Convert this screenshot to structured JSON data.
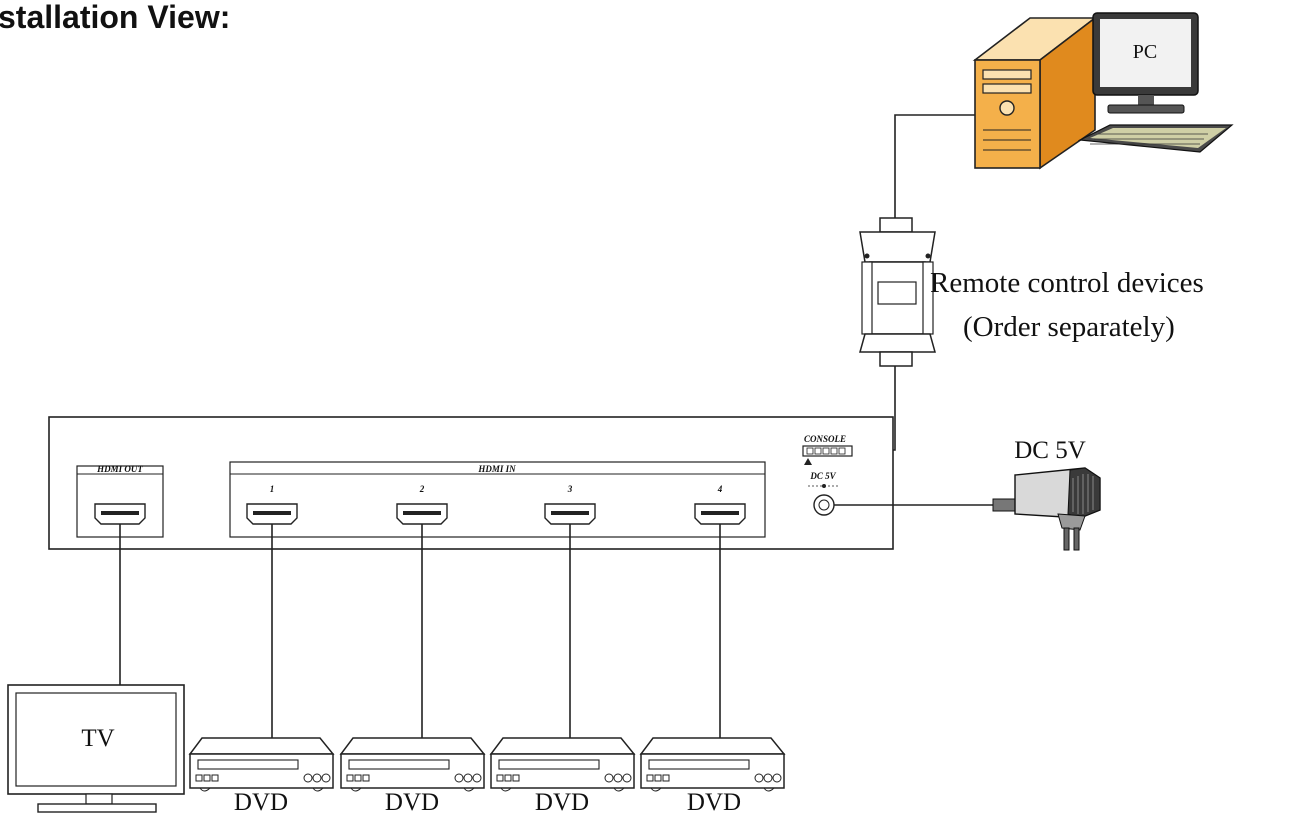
{
  "title": "stallation View:",
  "switcher": {
    "hdmi_out_label": "HDMI OUT",
    "hdmi_in_label": "HDMI IN",
    "port_numbers": [
      "1",
      "2",
      "3",
      "4"
    ],
    "console_label": "CONSOLE",
    "dc_port_label": "DC 5V"
  },
  "remote": {
    "line1": "Remote control devices",
    "line2": "(Order separately)"
  },
  "pc_label": "PC",
  "power_label": "DC 5V",
  "tv_label": "TV",
  "dvd_labels": [
    "DVD",
    "DVD",
    "DVD",
    "DVD"
  ],
  "colors": {
    "tower_orange": "#f4b04a",
    "tower_light": "#fbe1b0",
    "monitor_screen": "#f2f2f2",
    "adapter_dark": "#333333"
  },
  "icons": {
    "pc": "desktop-computer-icon",
    "tv": "television-icon",
    "dvd": "dvd-player-icon",
    "adapter": "power-adapter-icon",
    "serial": "serial-connector-icon"
  }
}
